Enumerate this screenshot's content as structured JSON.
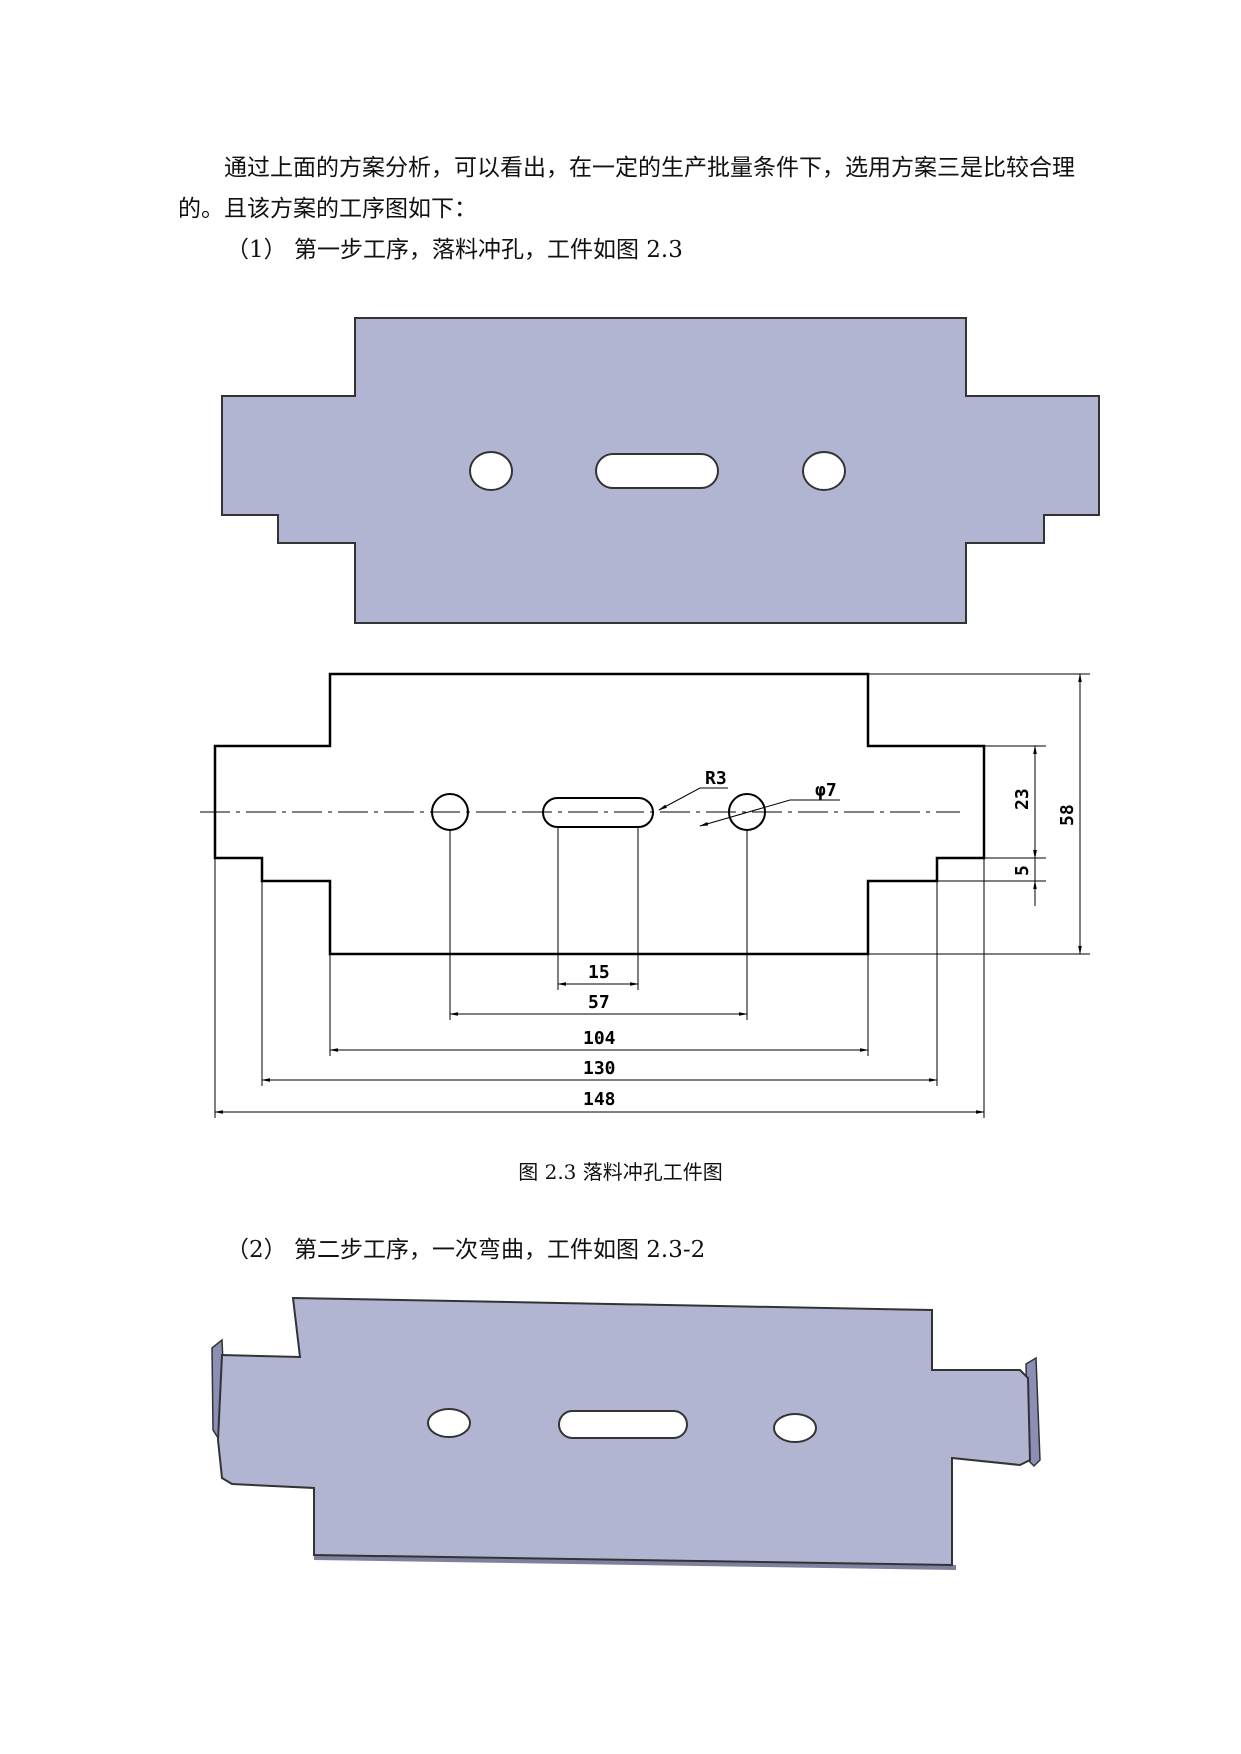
{
  "intro_text": "通过上面的方案分析，可以看出，在一定的生产批量条件下，选用方案三是比较合理的。且该方案的工序图如下：",
  "step1_label": "（1）  第一步工序，落料冲孔，工件如图 2.3",
  "caption": "图 2.3  落料冲孔工件图",
  "step2_label": "（2）  第二步工序，一次弯曲，工件如图 2.3-2",
  "dimensions": {
    "r3": "R3",
    "phi7": "φ7",
    "d23": "23",
    "d58": "58",
    "d5": "5",
    "d15": "15",
    "d57": "57",
    "d104": "104",
    "d130": "130",
    "d148": "148"
  },
  "colors": {
    "part_fill": "#b2b5d2",
    "line": "#000000"
  }
}
